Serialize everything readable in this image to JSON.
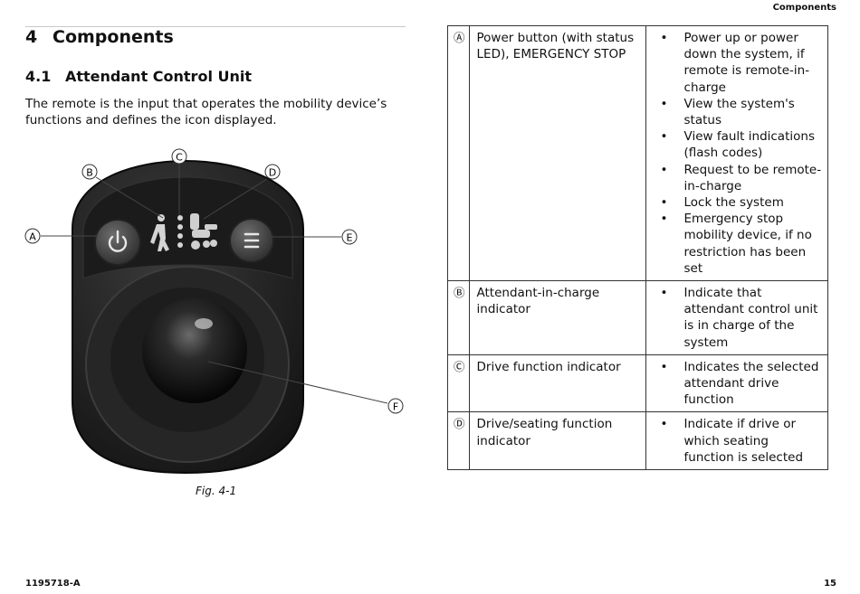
{
  "header": {
    "section_title": "Components"
  },
  "heading1": {
    "number": "4",
    "title": "Components"
  },
  "heading2": {
    "number": "4.1",
    "title": "Attendant Control Unit"
  },
  "intro": "The remote is the input that operates the mobility device’s functions and defines the icon displayed.",
  "figure": {
    "callouts": [
      "A",
      "B",
      "C",
      "D",
      "E",
      "F"
    ],
    "caption": "Fig. 4-1"
  },
  "table": {
    "rows": [
      {
        "letter": "Ⓐ",
        "component": "Power button (with status LED), EMERGENCY STOP",
        "functions": [
          "Power up or power down the system, if remote is remote-in-charge",
          "View the system's status",
          "View fault indications (flash codes)",
          "Request to be remote-in-charge",
          "Lock the system",
          "Emergency stop mobility device, if no restriction has been set"
        ]
      },
      {
        "letter": "Ⓑ",
        "component": "Attendant-in-charge indicator",
        "functions": [
          "Indicate that attendant control unit is in charge of the system"
        ]
      },
      {
        "letter": "Ⓒ",
        "component": "Drive function indicator",
        "functions": [
          "Indicates the selected attendant drive function"
        ]
      },
      {
        "letter": "Ⓓ",
        "component": "Drive/seating function indicator",
        "functions": [
          "Indicate if drive or which seating function is selected"
        ]
      }
    ]
  },
  "footer": {
    "doc_number": "1195718-A",
    "page_number": "15"
  }
}
